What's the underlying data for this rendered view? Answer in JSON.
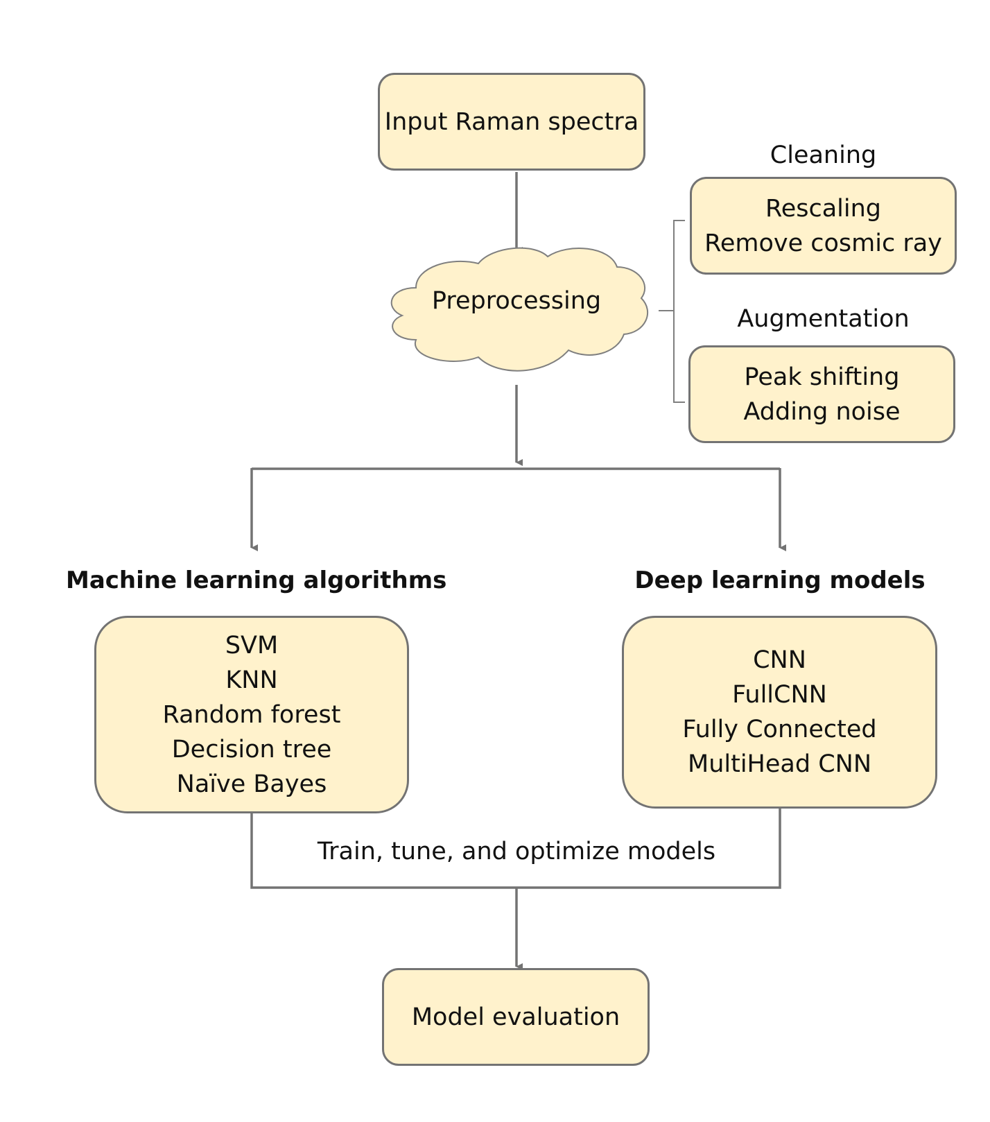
{
  "nodes": {
    "input": "Input Raman spectra",
    "preprocessing": "Preprocessing",
    "cleaning_title": "Cleaning",
    "cleaning_items": [
      "Rescaling",
      "Remove cosmic ray"
    ],
    "augmentation_title": "Augmentation",
    "augmentation_items": [
      "Peak shifting",
      "Adding noise"
    ],
    "ml_title": "Machine learning algorithms",
    "ml_items": [
      "SVM",
      "KNN",
      "Random forest",
      "Decision tree",
      "Naïve Bayes"
    ],
    "dl_title": "Deep learning models",
    "dl_items": [
      "CNN",
      "FullCNN",
      "Fully Connected",
      "MultiHead CNN"
    ],
    "train_label": "Train, tune, and optimize models",
    "evaluation": "Model evaluation"
  },
  "colors": {
    "box_fill": "#fff2cc",
    "box_border": "#737373",
    "connector": "#737373"
  }
}
